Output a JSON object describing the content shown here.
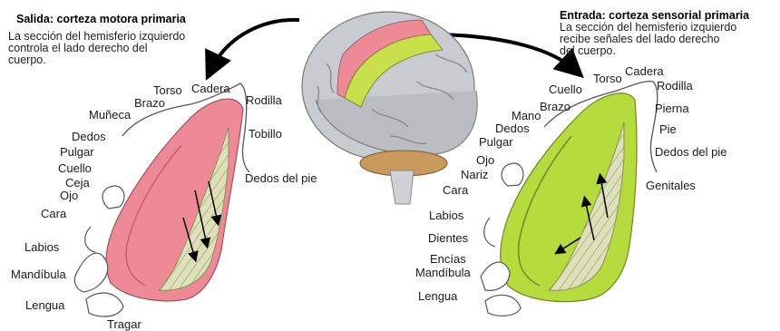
{
  "motor": {
    "title": "Salida: corteza motora primaria",
    "description": "La sección del hemisferio izquierdo\ncontrola el lado derecho del\ncuerpo.",
    "labels": {
      "torso": "Torso",
      "cadera": "Cadera",
      "brazo": "Brazo",
      "rodilla": "Rodilla",
      "muneca": "Muñeca",
      "tobillo": "Tobillo",
      "dedos": "Dedos",
      "pulgar": "Pulgar",
      "dedos_pie": "Dedos del pie",
      "cuello": "Cuello",
      "ceja": "Ceja",
      "ojo": "Ojo",
      "cara": "Cara",
      "labios": "Labios",
      "mandibula": "Mandíbula",
      "lengua": "Lengua",
      "tragar": "Tragar"
    }
  },
  "sensory": {
    "title": "Entrada: corteza sensorial primaria",
    "description": "La sección del hemisferio izquierdo\nrecibe señales del lado derecho\n     del cuerpo.",
    "labels": {
      "cadera": "Cadera",
      "torso": "Torso",
      "cuello": "Cuello",
      "rodilla": "Rodilla",
      "brazo": "Brazo",
      "pierna": "Pierna",
      "mano": "Mano",
      "dedos": "Dedos",
      "pie": "Pie",
      "pulgar": "Pulgar",
      "dedos_pie": "Dedos del pie",
      "ojo": "Ojo",
      "nariz": "Nariz",
      "cara": "Cara",
      "genitales": "Genitales",
      "labios": "Labios",
      "dientes": "Dientes",
      "encias": "Encías",
      "mandibula": "Mandíbula",
      "lengua": "Lengua"
    }
  },
  "colors": {
    "motor_cortex": "#ee8a95",
    "sensory_cortex": "#b5dc3c",
    "brain": "#c8ccd0",
    "white_matter": "#d9dcb4",
    "brainstem": "#c89a5c"
  }
}
